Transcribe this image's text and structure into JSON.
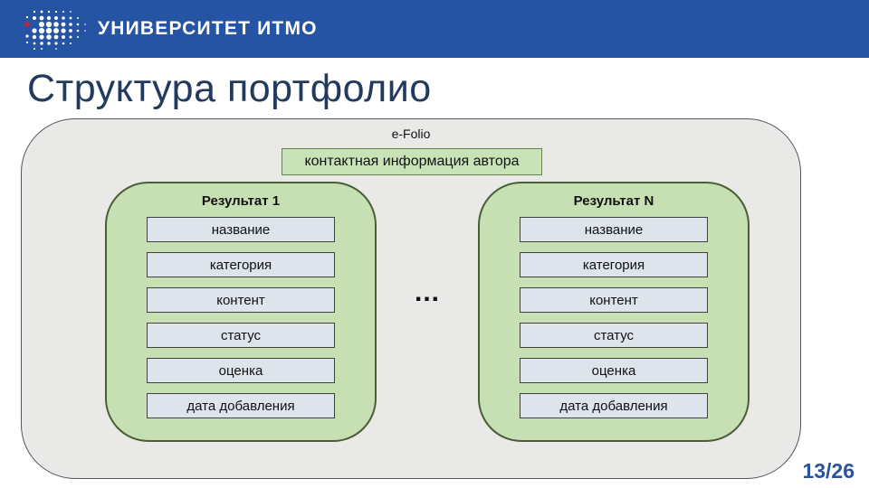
{
  "header": {
    "logo_text": "УНИВЕРСИТЕТ ИТМО"
  },
  "slide": {
    "title": "Структура портфолио",
    "page_number": "13/26"
  },
  "diagram": {
    "efolio_label": "e-Folio",
    "contact_label": "контактная информация автора",
    "ellipsis": "...",
    "results": [
      {
        "title": "Результат 1",
        "fields": [
          "название",
          "категория",
          "контент",
          "статус",
          "оценка",
          "дата добавления"
        ]
      },
      {
        "title": "Результат N",
        "fields": [
          "название",
          "категория",
          "контент",
          "статус",
          "оценка",
          "дата добавления"
        ]
      }
    ]
  },
  "colors": {
    "header_blue": "#2454a3",
    "title_navy": "#223a5e",
    "container_gray": "#e9eae7",
    "card_green": "#c6e0b4",
    "card_border_green": "#4a5d36",
    "field_fill": "#dde4ec",
    "field_border": "#404040",
    "page_number_blue": "#2b52a0",
    "logo_accent_red": "#b5274a"
  }
}
